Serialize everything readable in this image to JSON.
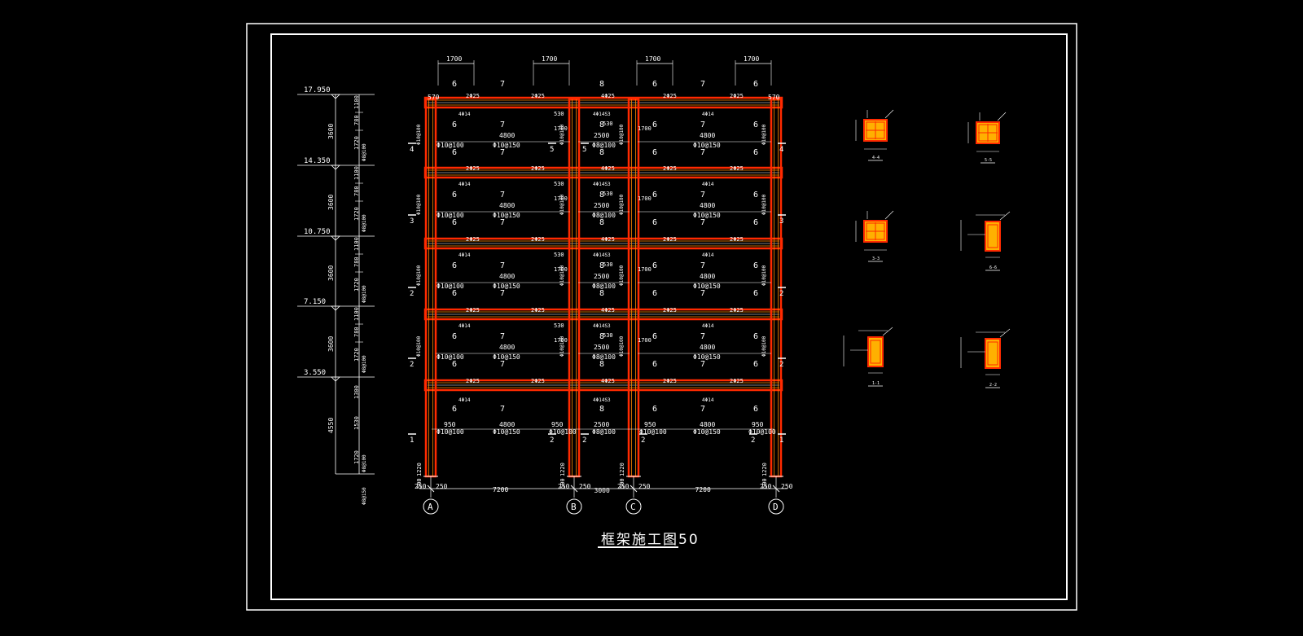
{
  "title": "框架施工图50",
  "elevations": [
    "17.950",
    "14.350",
    "10.750",
    "7.150",
    "3.550"
  ],
  "story_heights": [
    "3600",
    "3600",
    "3600",
    "3600",
    "4550"
  ],
  "left_dims_upper": [
    "1100",
    "780",
    "1720"
  ],
  "left_dims_bottom": [
    "1300",
    "1530",
    "1720"
  ],
  "left_stirrup_label": "Φ8@100",
  "left_base_label": "Φ8@150",
  "grid_axes": [
    "A",
    "B",
    "C",
    "D"
  ],
  "bay_dims": [
    "7200",
    "3000",
    "7200"
  ],
  "col_offsets": [
    "250",
    "250"
  ],
  "top_dims": [
    "1700",
    "1700",
    "1700",
    "1700"
  ],
  "top_left_dim": "570",
  "top_right_dim": "570",
  "beam_top_bars": {
    "side": "2Φ25",
    "center": "4Φ25",
    "span_top": "4Φ14",
    "center_top": "4Φ14S3"
  },
  "bay_labels": {
    "support": "6",
    "span": "7",
    "center": "8"
  },
  "span_dims": {
    "side": "4800",
    "mid": "2500",
    "end": "950",
    "corner": "1700",
    "cut": "530"
  },
  "stirrups": {
    "side": "Φ10@150",
    "end": "Φ10@100",
    "center": "Φ8@100"
  },
  "section_marks": [
    "1",
    "2",
    "3",
    "4",
    "5"
  ],
  "section_captions": [
    "1-1",
    "2-2",
    "3-3",
    "4-4",
    "5-5",
    "6-6"
  ]
}
